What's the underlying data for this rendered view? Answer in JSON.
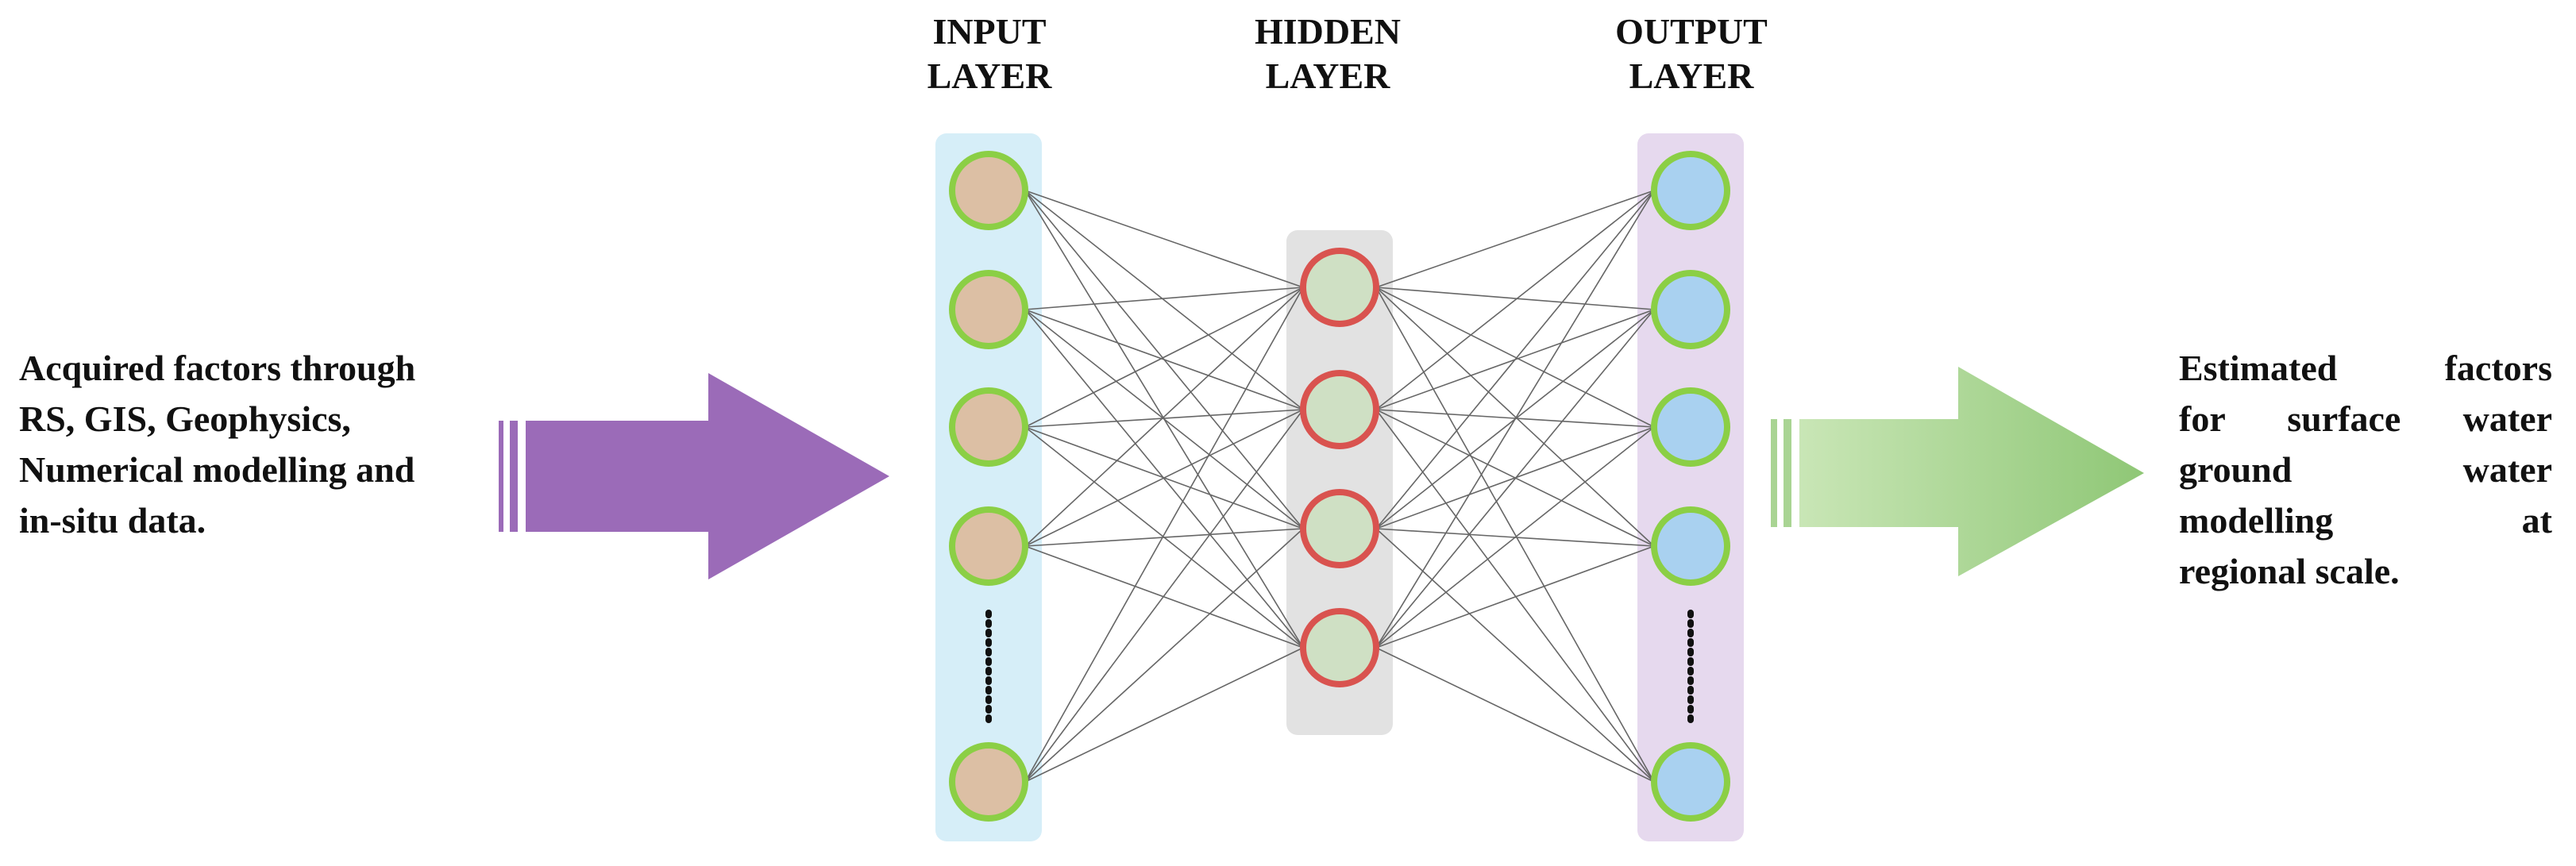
{
  "layers": {
    "input": {
      "line1": "INPUT",
      "line2": "LAYER"
    },
    "hidden": {
      "line1": "HIDDEN",
      "line2": "LAYER"
    },
    "output": {
      "line1": "OUTPUT",
      "line2": "LAYER"
    }
  },
  "input_description": {
    "lines": [
      "Acquired factors through",
      "RS, GIS, Geophysics,",
      "Numerical modelling and",
      "in-situ data."
    ]
  },
  "output_description": {
    "lines": [
      "Estimated factors",
      "for surface water",
      "ground water",
      "modelling at",
      "regional scale."
    ]
  },
  "network": {
    "input_nodes_visible": 5,
    "hidden_nodes": 4,
    "output_nodes_visible": 5,
    "ellipsis_between_last_nodes": true
  },
  "colors": {
    "input_panel": "#d6eef8",
    "hidden_panel": "#e2e2e2",
    "output_panel": "#e6d9ee",
    "input_node_fill": "#dcbfa4",
    "hidden_node_fill": "#cfe0c4",
    "output_node_fill": "#a9d1f0",
    "io_node_ring": "#8bcf45",
    "hidden_node_ring": "#d9534f",
    "connection": "#666666",
    "input_arrow": "#9b6bb8",
    "output_arrow": "#9fcf87"
  }
}
